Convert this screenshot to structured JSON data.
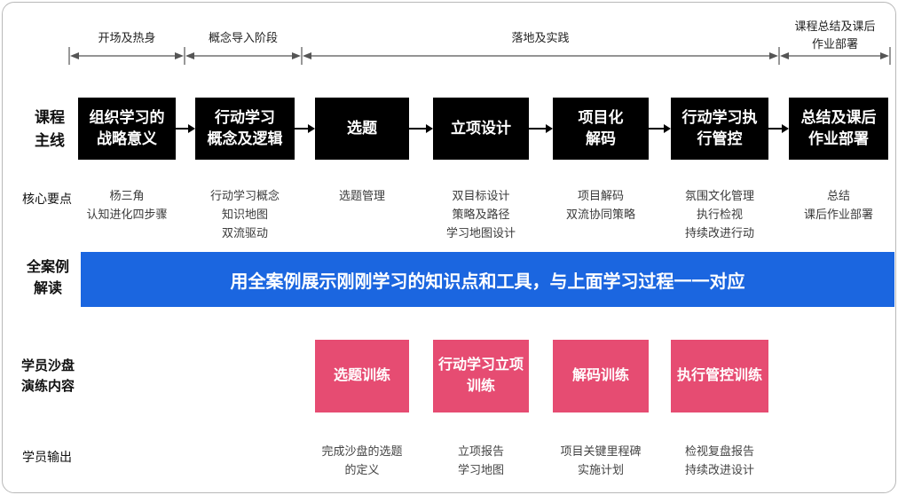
{
  "timeline": {
    "phases": [
      {
        "label": "开场及热身"
      },
      {
        "label": "概念导入阶段"
      },
      {
        "label": "落地及实践"
      },
      {
        "label": "课程总结及课后\n作业部署"
      }
    ]
  },
  "rows": {
    "main_line_label": "课程\n主线",
    "core_points_label": "核心要点",
    "case_label": "全案例\n解读",
    "sandbox_label": "学员沙盘\n演练内容",
    "output_label": "学员输出"
  },
  "main_steps": [
    {
      "title": "组织学习的\n战略意义",
      "points": "杨三角\n认知进化四步骤"
    },
    {
      "title": "行动学习\n概念及逻辑",
      "points": "行动学习概念\n知识地图\n双流驱动"
    },
    {
      "title": "选题",
      "points": "选题管理"
    },
    {
      "title": "立项设计",
      "points": "双目标设计\n策略及路径\n学习地图设计"
    },
    {
      "title": "项目化\n解码",
      "points": "项目解码\n双流协同策略"
    },
    {
      "title": "行动学习执\n行管控",
      "points": "氛围文化管理\n执行检视\n持续改进行动"
    },
    {
      "title": "总结及课后\n作业部署",
      "points": "总结\n课后作业部署"
    }
  ],
  "case_banner": {
    "text": "用全案例展示刚刚学习的知识点和工具，与上面学习过程一一对应"
  },
  "sandbox": [
    {
      "title": "选题训练",
      "output": "完成沙盘的选题\n的定义"
    },
    {
      "title": "行动学习立项\n训练",
      "output": "立项报告\n学习地图"
    },
    {
      "title": "解码训练",
      "output": "项目关键里程碑\n实施计划"
    },
    {
      "title": "执行管控训练",
      "output": "检视复盘报告\n持续改进设计"
    }
  ],
  "colors": {
    "step_bg": "#000000",
    "banner_bg": "#1B66E0",
    "sandbox_bg": "#E64C72"
  }
}
